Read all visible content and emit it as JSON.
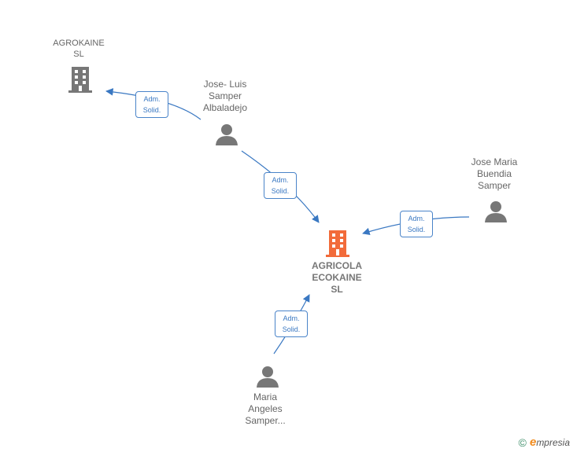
{
  "nodes": {
    "agrokaine": {
      "type": "company",
      "lines": [
        "AGROKAINE",
        "SL"
      ]
    },
    "jose_luis": {
      "type": "person",
      "lines": [
        "Jose- Luis",
        "Samper",
        "Albaladejo"
      ]
    },
    "jose_maria": {
      "type": "person",
      "lines": [
        "Jose Maria",
        "Buendia",
        "Samper"
      ]
    },
    "agricola": {
      "type": "company",
      "main": true,
      "lines": [
        "AGRICOLA",
        "ECOKAINE",
        "SL"
      ]
    },
    "maria_angeles": {
      "type": "person",
      "lines": [
        "Maria",
        "Angeles",
        "Samper..."
      ]
    }
  },
  "edges": [
    {
      "from": "jose_luis",
      "to": "agrokaine",
      "badge": [
        "Adm.",
        "Solid."
      ]
    },
    {
      "from": "jose_luis",
      "to": "agricola",
      "badge": [
        "Adm.",
        "Solid."
      ]
    },
    {
      "from": "jose_maria",
      "to": "agricola",
      "badge": [
        "Adm.",
        "Solid."
      ]
    },
    {
      "from": "maria_angeles",
      "to": "agricola",
      "badge": [
        "Adm.",
        "Solid."
      ]
    }
  ],
  "colors": {
    "edge": "#3a78c2",
    "person_icon": "#777777",
    "company_icon": "#777777",
    "main_company_icon": "#f26b3a"
  },
  "footer": {
    "copyright": "©",
    "brand_initial": "e",
    "brand_rest": "mpresia"
  }
}
